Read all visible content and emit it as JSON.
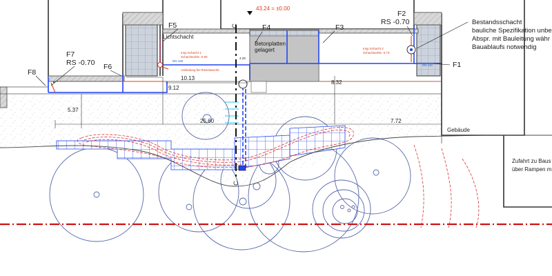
{
  "colors": {
    "pipe": "#2244ee",
    "wall": "#333333",
    "tile_fill": "#cdd3dc",
    "concrete_fill": "#c9c9c9",
    "gravel": "#b0b0b0",
    "red_line": "#cc1111",
    "orange_note": "#e06a3a",
    "tree": "#5566aa"
  },
  "labels": {
    "elevation": "43.24 = ±0.00",
    "section_top": "C",
    "section_bottom": "C",
    "f1": "F1",
    "f2": "F2",
    "f2_rs": "RS -0.70",
    "f3": "F3",
    "f4": "F4",
    "f5": "F5",
    "f6": "F6",
    "f7": "F7",
    "f7_rs": "RS -0.70",
    "f8": "F8",
    "lichtschacht": "Lichtschacht",
    "betonplatten_1": "Betonplatten",
    "betonplatten_2": "gelagert",
    "gebaeude": "Gebäude",
    "bestand_1": "Bestandsschacht",
    "bestand_2": "bauliche Spezifikation unbe",
    "bestand_3": "Abspr. mit Bauleitung währ",
    "bestand_4": "Bauablaufs notwendig",
    "zufahrt_1": "Zufahrt zu Baus",
    "zufahrt_2": "über Rampen m",
    "insp1_a": "Insp.Schacht 1",
    "insp1_b": "Schachtsohle -0.80",
    "insp2_a": "Insp.Schacht 2",
    "insp2_b": "Schachtsohle -0.73",
    "anbindung": "Anbindung für Rückstaurohr",
    "dn_note_1": "DN 150",
    "dn_note_2": "DN 110"
  },
  "dimensions": {
    "d_9_12": "9.12",
    "d_10_13": "10.13",
    "d_8_32": "8.32",
    "d_5_37": "5.37",
    "d_25_60": "25.60",
    "d_7_72": "7.72",
    "d_4_29": "4.29"
  }
}
